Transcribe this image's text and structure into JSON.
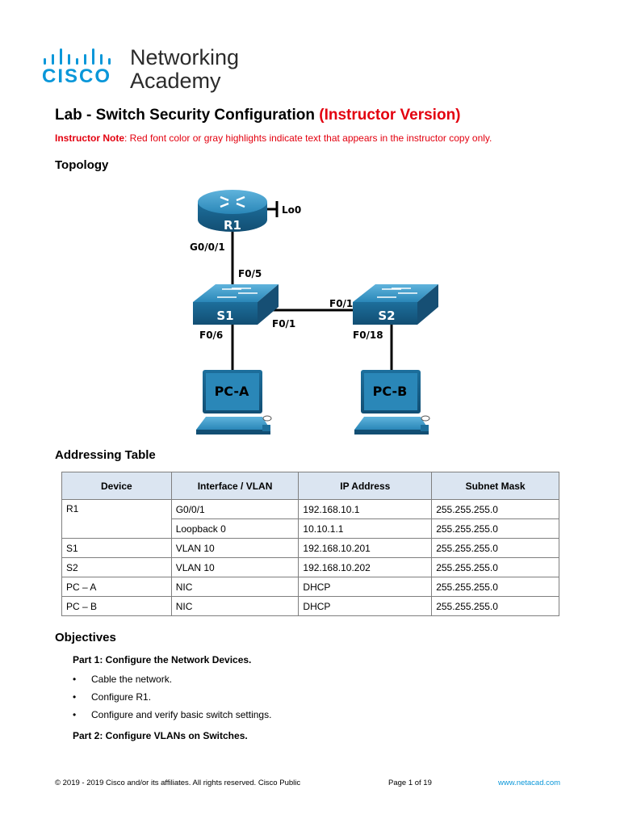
{
  "logo": {
    "brand": "CISCO",
    "line1": "Networking",
    "line2": "Academy",
    "brand_color": "#0a97d9"
  },
  "title": {
    "main": "Lab - Switch Security Configuration",
    "version": "(Instructor Version)"
  },
  "instructor_note": {
    "label": "Instructor Note",
    "text": ": Red font color or gray highlights indicate text that appears in the instructor copy only."
  },
  "sections": {
    "topology": "Topology",
    "addressing": "Addressing Table",
    "objectives": "Objectives"
  },
  "topology": {
    "router": "R1",
    "loopback": "Lo0",
    "switch1": "S1",
    "switch2": "S2",
    "pc_a": "PC-A",
    "pc_b": "PC-B",
    "r1_port": "G0/0/1",
    "s1_uplink": "F0/5",
    "s1_trunk": "F0/1",
    "s2_trunk": "F0/1",
    "s1_pc": "F0/6",
    "s2_pc": "F0/18",
    "device_color": "#1f7fae"
  },
  "table": {
    "headers": [
      "Device",
      "Interface / VLAN",
      "IP Address",
      "Subnet Mask"
    ],
    "rows": [
      [
        "R1",
        "G0/0/1",
        "192.168.10.1",
        "255.255.255.0"
      ],
      [
        "",
        "Loopback 0",
        "10.10.1.1",
        "255.255.255.0"
      ],
      [
        "S1",
        "VLAN 10",
        "192.168.10.201",
        "255.255.255.0"
      ],
      [
        "S2",
        "VLAN 10",
        "192.168.10.202",
        "255.255.255.0"
      ],
      [
        "PC – A",
        "NIC",
        "DHCP",
        "255.255.255.0"
      ],
      [
        "PC – B",
        "NIC",
        "DHCP",
        "255.255.255.0"
      ]
    ]
  },
  "objectives": {
    "part1": "Part 1: Configure the Network Devices.",
    "bullets": [
      "Cable the network.",
      "Configure R1.",
      "Configure and verify basic switch settings."
    ],
    "part2": "Part 2: Configure VLANs on Switches."
  },
  "footer": {
    "copyright": "© 2019 - 2019 Cisco and/or its affiliates. All rights reserved. Cisco Public",
    "page": "Page 1 of 19",
    "url": "www.netacad.com"
  }
}
